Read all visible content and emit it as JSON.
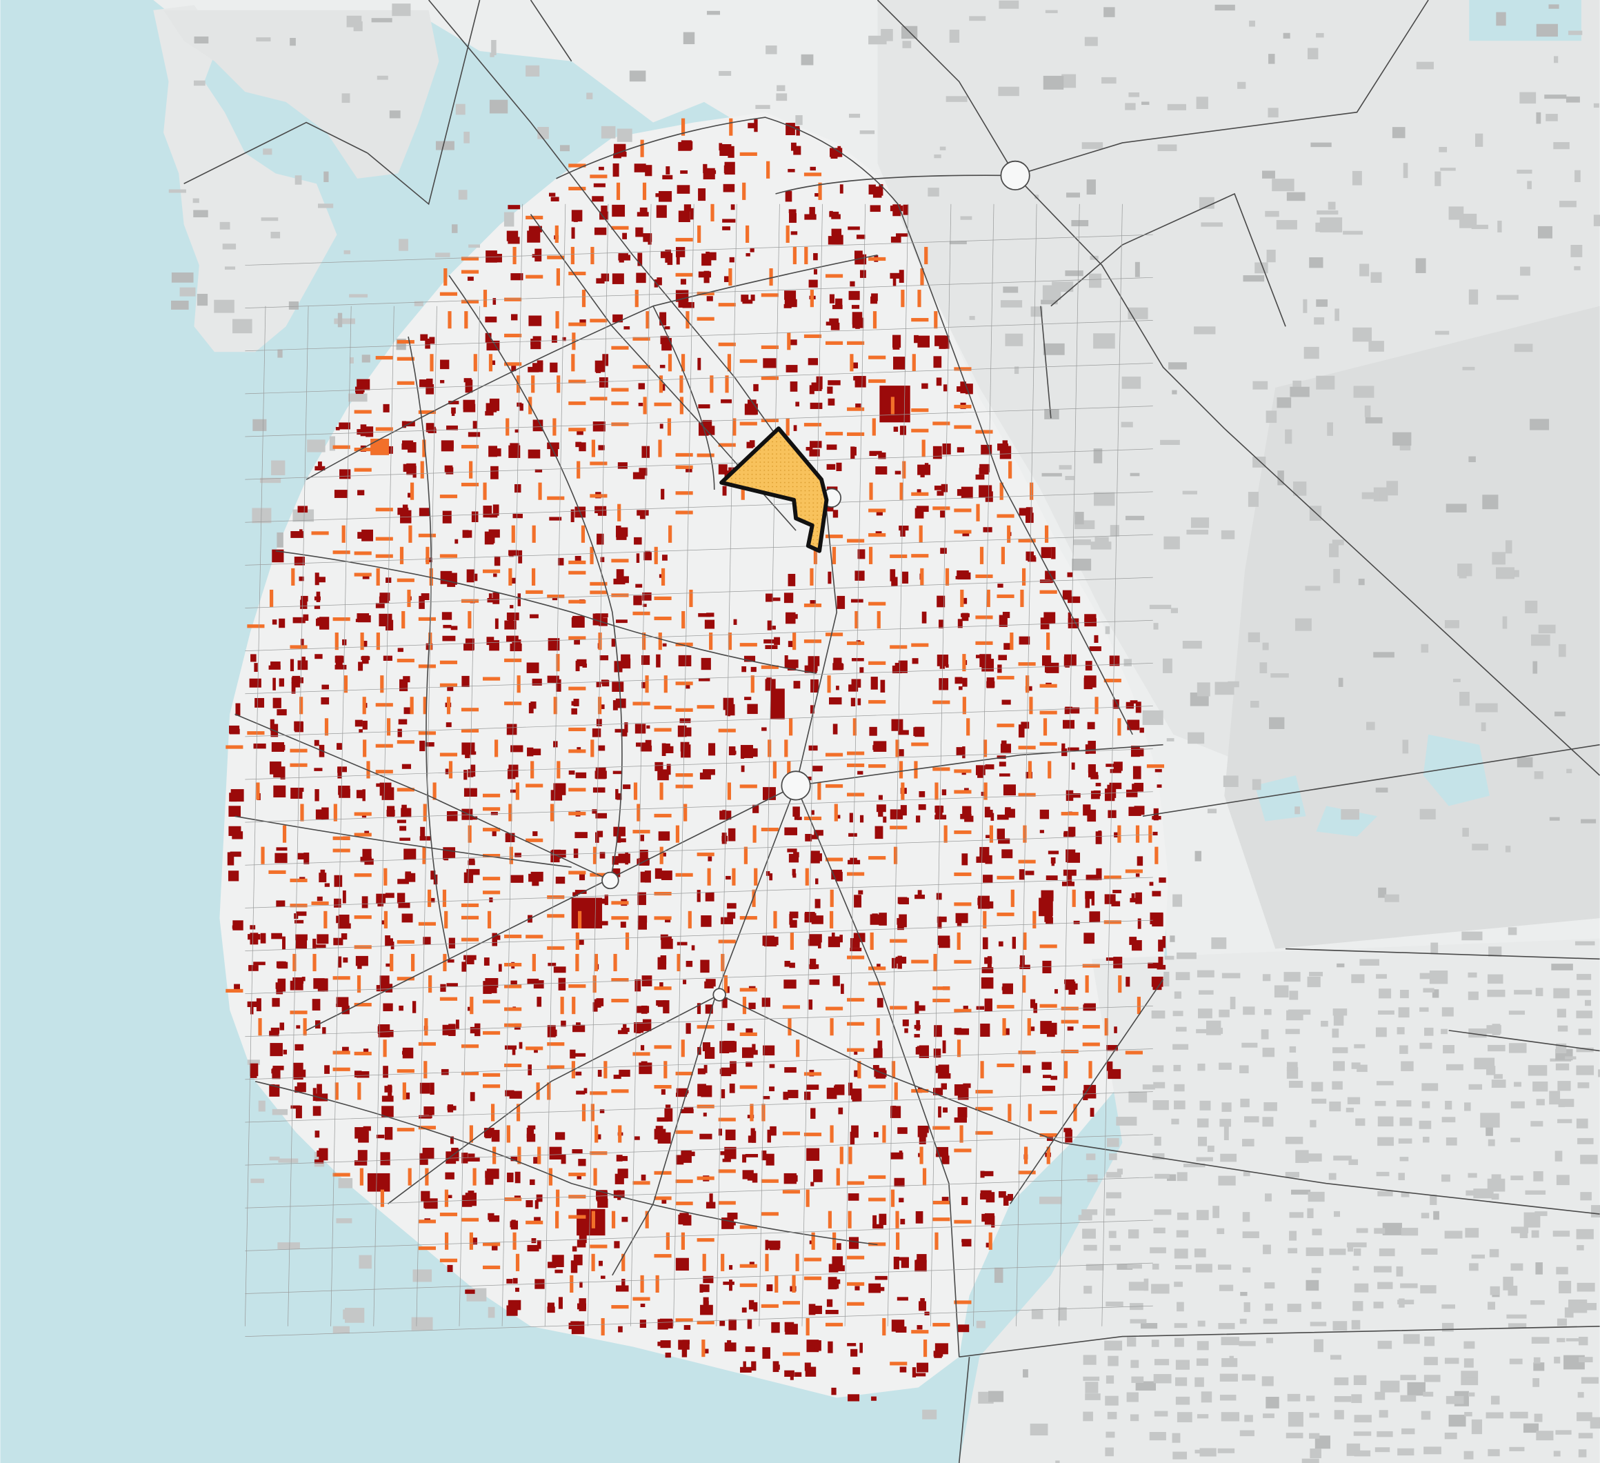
{
  "map": {
    "colors": {
      "water": "#c5e3e8",
      "land": "#eceeee",
      "land_outer": "#e1e3e3",
      "land_industrial": "#d4d6d6",
      "building_gray": "#c5c7c7",
      "road": "#4a4a4a",
      "block_orange": "#f2702a",
      "block_dark_red": "#9b0a0a",
      "highlight_fill": "#f8c25c",
      "highlight_stroke": "#111111"
    },
    "layers": [
      "water",
      "land",
      "gray-buildings",
      "dark-red-blocks",
      "orange-blocks",
      "roads",
      "highlighted-site"
    ]
  }
}
